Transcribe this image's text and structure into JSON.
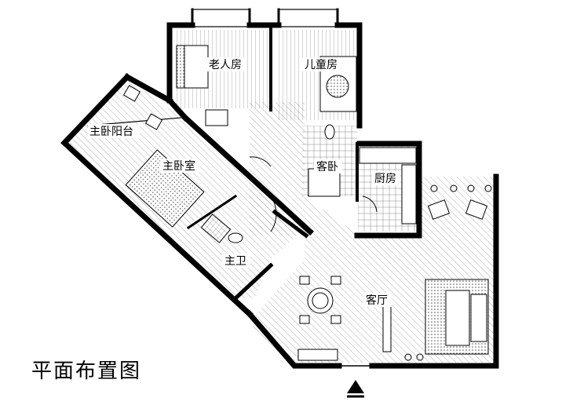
{
  "caption": "平面布置图",
  "rooms": {
    "elder_room": "老人房",
    "children_room": "儿童房",
    "master_balcony": "主卧阳台",
    "master_bedroom": "主卧室",
    "guest_bath": "客卧",
    "kitchen": "厨房",
    "master_bath": "主卫",
    "living_room": "客厅"
  },
  "entrance_marker": "up-triangle-icon",
  "colors": {
    "wall": "#000000",
    "paper": "#ffffff",
    "floor_hatch": "#555555"
  }
}
